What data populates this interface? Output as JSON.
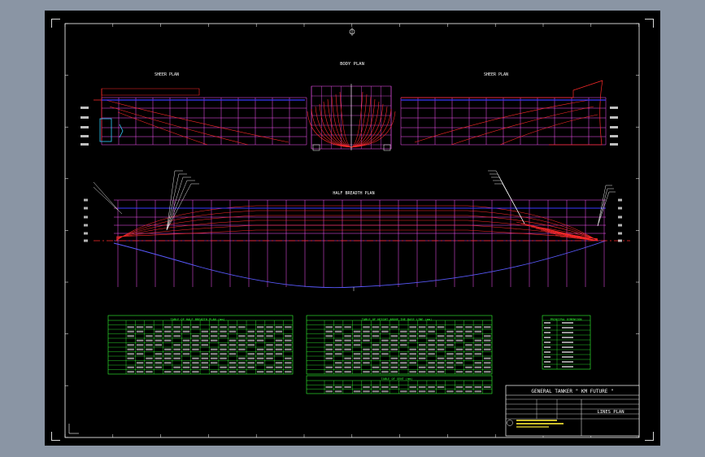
{
  "colors": {
    "background": "#8a95a4",
    "canvas": "#000000",
    "border": "#ffffff",
    "grid_magenta": "#ff55ff",
    "hull_red": "#ff2a2a",
    "waterline_blue": "#3a3aff",
    "table_green": "#33ff33",
    "title_white": "#ffffff"
  },
  "drawing": {
    "sheer_plan_left": "SHEER PLAN",
    "body_plan": "BODY PLAN",
    "sheer_plan_right": "SHEER PLAN",
    "half_breadth_plan": "HALF BREADTH PLAN",
    "table_half_breadth": "TABLE OF HALF BREADTH PLAN (mm)",
    "table_height": "TABLE OF HEIGHT ABOVE THE BASE LINE (mm)",
    "table_sent": "TABLE OF SENT (mm)",
    "principal_dimension": "PRINCIPAL DIMENSION",
    "title_main": "GENERAL TANKER \" KM FUTURE \"",
    "title_sub": "LINES PLAN"
  },
  "waterlines": [
    "WL 3.8",
    "WL 3.0",
    "WL 2.0",
    "WL 1.0",
    "BASELINE"
  ],
  "icons": {
    "ucs": "ucs-icon",
    "north": "north-marker-icon"
  }
}
